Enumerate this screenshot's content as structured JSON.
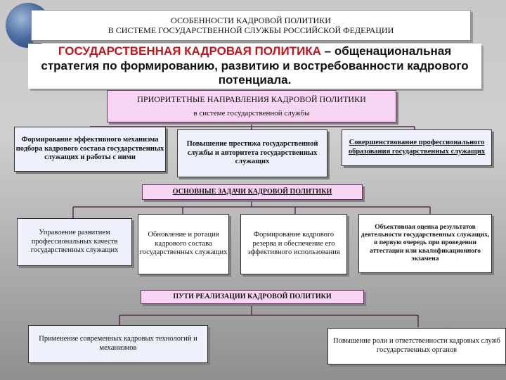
{
  "header": {
    "line1": "ОСОБЕННОСТИ КАДРОВОЙ ПОЛИТИКИ",
    "line2": "В СИСТЕМЕ ГОСУДАРСТВЕННОЙ СЛУЖБЫ РОССИЙСКОЙ ФЕДЕРАЦИИ"
  },
  "definition": {
    "term": "ГОСУДАРСТВЕННАЯ КАДРОВАЯ ПОЛИТИКА",
    "text": " – общенациональная стратегия по формированию, развитию и востребованности кадрового потенциала."
  },
  "priorities": {
    "title": "ПРИОРИТЕТНЫЕ НАПРАВЛЕНИЯ КАДРОВОЙ ПОЛИТИКИ",
    "subtitle": "в системе государственной службы",
    "items": [
      "Формирование эффективного механизма подбора кадрового состава государственных служащих и работы с ними",
      "Повышение престижа государственной службы и авторитета государственных служащих",
      "Совершенствование профессионального образования государственных служащих"
    ]
  },
  "tasks": {
    "title": "ОСНОВНЫЕ ЗАДАЧИ КАДРОВОЙ ПОЛИТИКИ",
    "items": [
      "Управление развитием профессиональных качеств государственных служащих",
      "Обновление и ротация кадрового состава государственных служащих",
      "Формирование кадрового резерва и обеспечение его эффективного использования",
      "Объективная оценка результатов деятельности государственных служащих, в первую очередь при проведении аттестации или квалификационного экзамена"
    ]
  },
  "ways": {
    "title": "ПУТИ РЕАЛИЗАЦИИ КАДРОВОЙ ПОЛИТИКИ",
    "items": [
      "Применение современных кадровых технологий и механизмов",
      "Повышение роли и ответственности кадровых служб государственных органов"
    ]
  }
}
